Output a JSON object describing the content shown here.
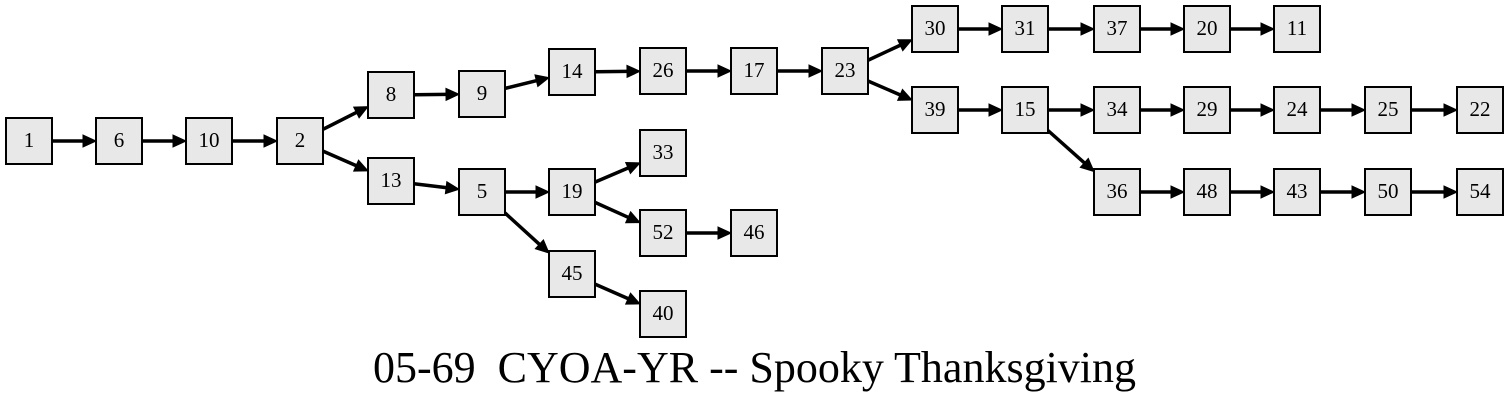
{
  "title": "05-69  CYOA-YR -- Spooky Thanksgiving",
  "colors": {
    "node_fill": "#e8e8e8",
    "stroke": "#000000"
  },
  "nodes": [
    "1",
    "6",
    "10",
    "2",
    "8",
    "9",
    "14",
    "26",
    "17",
    "23",
    "30",
    "31",
    "37",
    "20",
    "11",
    "39",
    "15",
    "34",
    "29",
    "24",
    "25",
    "22",
    "36",
    "48",
    "43",
    "50",
    "54",
    "13",
    "5",
    "19",
    "33",
    "52",
    "46",
    "45",
    "40"
  ],
  "edges": [
    [
      "1",
      "6"
    ],
    [
      "6",
      "10"
    ],
    [
      "10",
      "2"
    ],
    [
      "2",
      "8"
    ],
    [
      "2",
      "13"
    ],
    [
      "8",
      "9"
    ],
    [
      "9",
      "14"
    ],
    [
      "14",
      "26"
    ],
    [
      "26",
      "17"
    ],
    [
      "17",
      "23"
    ],
    [
      "23",
      "30"
    ],
    [
      "23",
      "39"
    ],
    [
      "30",
      "31"
    ],
    [
      "31",
      "37"
    ],
    [
      "37",
      "20"
    ],
    [
      "20",
      "11"
    ],
    [
      "39",
      "15"
    ],
    [
      "15",
      "34"
    ],
    [
      "15",
      "36"
    ],
    [
      "34",
      "29"
    ],
    [
      "29",
      "24"
    ],
    [
      "24",
      "25"
    ],
    [
      "25",
      "22"
    ],
    [
      "36",
      "48"
    ],
    [
      "48",
      "43"
    ],
    [
      "43",
      "50"
    ],
    [
      "50",
      "54"
    ],
    [
      "13",
      "5"
    ],
    [
      "5",
      "19"
    ],
    [
      "5",
      "45"
    ],
    [
      "19",
      "33"
    ],
    [
      "19",
      "52"
    ],
    [
      "52",
      "46"
    ],
    [
      "45",
      "40"
    ]
  ]
}
